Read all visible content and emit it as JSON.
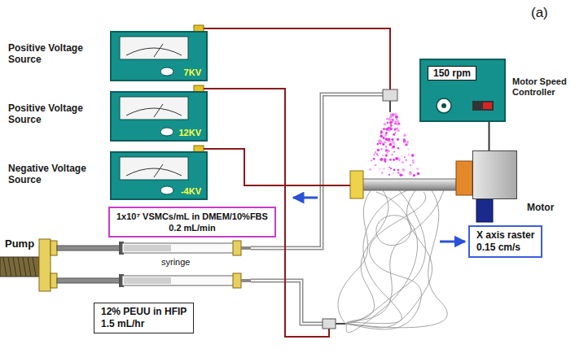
{
  "diagram": {
    "nodes": [
      {
        "text": [
          "Positive Voltage Source",
          "7KV"
        ]
      },
      {
        "text": [
          "Positive Voltage Source",
          "12KV"
        ]
      },
      {
        "text": [
          "Negative Voltage Source",
          "-4KV"
        ]
      },
      {
        "text": [
          "150 rpm",
          "Motor Speed Controller"
        ]
      },
      {
        "text": [
          "Motor"
        ]
      },
      {
        "text": [
          "1x10⁷ VSMCs/mL in DMEM/10%FBS",
          "0.2 mL/min"
        ]
      },
      {
        "text": [
          "12% PEUU in HFIP",
          "1.5 mL/hr"
        ]
      },
      {
        "text": [
          "X axis raster",
          "0.15 cm/s"
        ]
      }
    ],
    "edges": [
      {
        "from": 3,
        "to": 4,
        "arrow": "none"
      }
    ],
    "labels": [
      "(a)",
      "Pump",
      "syringe"
    ]
  }
}
